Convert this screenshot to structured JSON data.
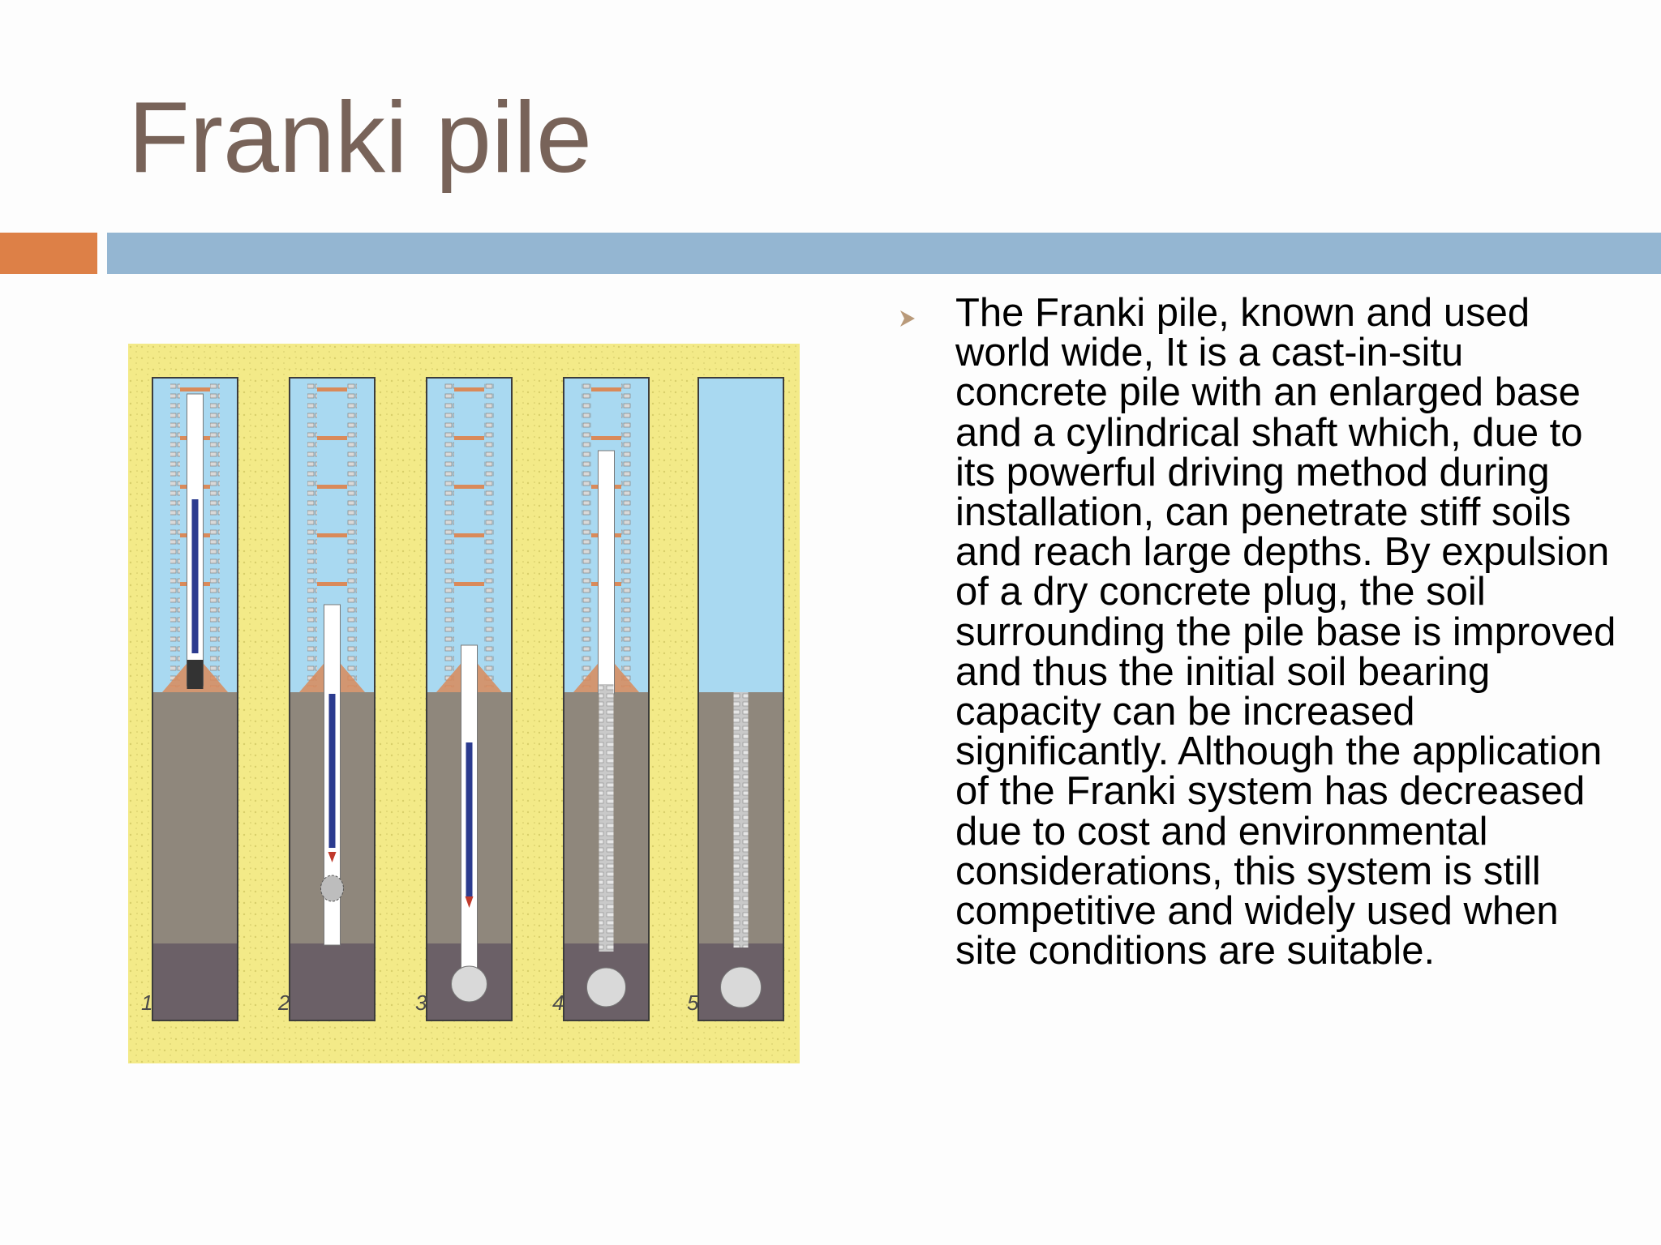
{
  "slide": {
    "title": "Franki pile",
    "body": "The Franki pile, known and used world wide, It is a cast-in-situ concrete pile with an enlarged base and a cylindrical shaft which, due to its powerful driving method during installation, can penetrate stiff soils and reach large depths. By expulsion of a dry concrete plug, the soil surrounding the pile base is improved and thus the initial soil bearing capacity can be increased significantly. Although the application of the Franki system has decreased due to cost and environmental considerations, this system is still competitive and widely used when site conditions are suitable.",
    "bullet_icon": "arrowhead-bullet-icon"
  },
  "figure": {
    "step_labels": [
      "1",
      "2",
      "3",
      "4",
      "5"
    ]
  },
  "colors": {
    "title": "#786359",
    "accent_orange": "#dd8047",
    "accent_blue": "#94b6d2",
    "figure_background": "#f4ec8a",
    "sky": "#a9d9f1",
    "soil": "#8f877c",
    "bedrock": "#6b6067"
  }
}
